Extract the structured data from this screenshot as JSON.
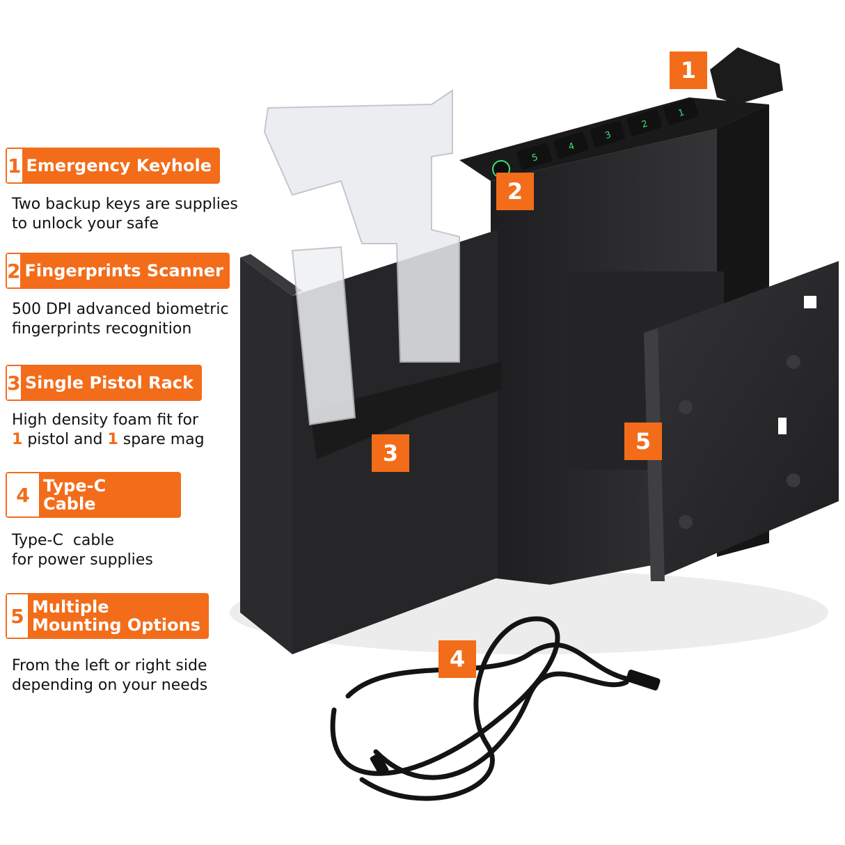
{
  "colors": {
    "accent": "#f26c1a",
    "text": "#111111",
    "product": "#2a2a2c"
  },
  "features": [
    {
      "number": "1",
      "title_lines": [
        "Emergency Keyhole"
      ],
      "desc_lines": [
        "Two backup keys are supplies",
        "to unlock your safe"
      ]
    },
    {
      "number": "2",
      "title_lines": [
        "Fingerprints Scanner"
      ],
      "desc_lines": [
        "500 DPI advanced biometric",
        "fingerprints recognition"
      ]
    },
    {
      "number": "3",
      "title_lines": [
        "Single Pistol Rack"
      ],
      "desc_lines": [
        "High density foam fit for",
        "pistol and",
        "spare mag"
      ],
      "desc_highlights": [
        "1",
        "1"
      ]
    },
    {
      "number": "4",
      "title_lines": [
        "Type-C",
        "Cable"
      ],
      "desc_lines": [
        "Type-C  cable",
        "for power supplies"
      ]
    },
    {
      "number": "5",
      "title_lines": [
        "Multiple",
        "Mounting Options"
      ],
      "desc_lines": [
        "From the left or right side",
        "depending on your needs"
      ]
    }
  ],
  "callouts": [
    "1",
    "2",
    "3",
    "4",
    "5"
  ],
  "keypad_keys": [
    "5",
    "4",
    "3",
    "2",
    "1"
  ]
}
